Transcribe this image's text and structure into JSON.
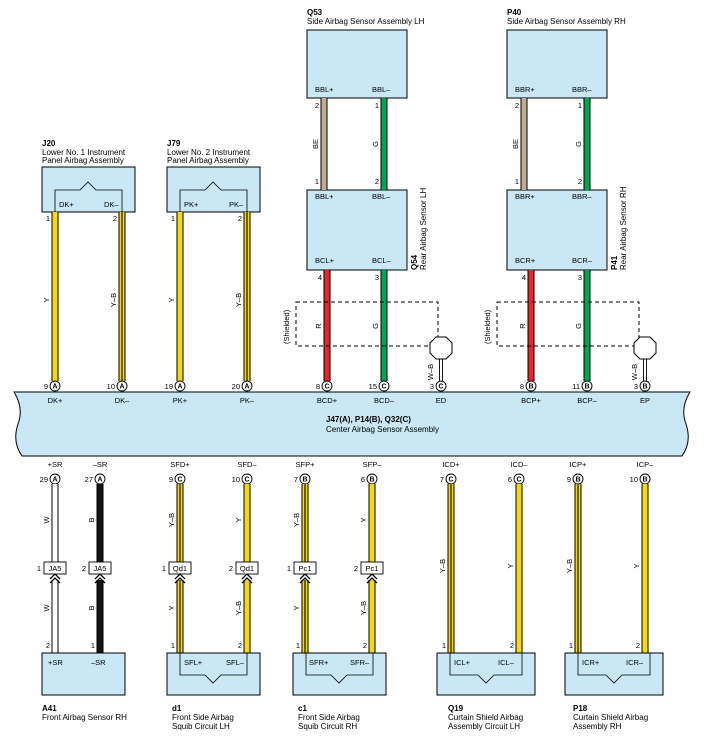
{
  "colors": {
    "component_fill": "#c9e7f4",
    "Y": "#f5d90c",
    "G": "#00a651",
    "R": "#e8262d",
    "BE": "#c1ad95",
    "B": "#141414",
    "W": "#ffffff"
  },
  "ecu": {
    "name_line1": "J47(A), P14(B), Q32(C)",
    "name_line2": "Center Airbag Sensor Assembly"
  },
  "top_components": {
    "j20": {
      "code": "J20",
      "name1": "Lower No. 1 Instrument",
      "name2": "Panel Airbag Assembly",
      "pin_a": "DK+",
      "pin_b": "DK–"
    },
    "j79": {
      "code": "J79",
      "name1": "Lower No. 2 Instrument",
      "name2": "Panel Airbag Assembly",
      "pin_a": "PK+",
      "pin_b": "PK–"
    },
    "q53": {
      "code": "Q53",
      "name1": "Side Airbag Sensor Assembly LH",
      "pin_a": "BBL+",
      "pin_b": "BBL–"
    },
    "p40": {
      "code": "P40",
      "name1": "Side Airbag Sensor Assembly RH",
      "pin_a": "BBR+",
      "pin_b": "BBR–"
    },
    "q54": {
      "code": "Q54",
      "name1": "Rear Airbag Sensor LH",
      "pin_a1": "BBL+",
      "pin_b1": "BBL–",
      "pin_a2": "BCL+",
      "pin_b2": "BCL–"
    },
    "p41": {
      "code": "P41",
      "name1": "Rear Airbag Sensor RH",
      "pin_a1": "BBR+",
      "pin_b1": "BBR–",
      "pin_a2": "BCR+",
      "pin_b2": "BCR–"
    }
  },
  "bottom_components": {
    "a41": {
      "code": "A41",
      "name1": "Front Airbag Sensor RH",
      "pin_a": "+SR",
      "pin_b": "–SR"
    },
    "d1": {
      "code": "d1",
      "name1": "Front Side Airbag",
      "name2": "Squib Circuit LH",
      "pin_a": "SFL+",
      "pin_b": "SFL–"
    },
    "c1": {
      "code": "c1",
      "name1": "Front Side Airbag",
      "name2": "Squib Circuit RH",
      "pin_a": "SFR+",
      "pin_b": "SFR–"
    },
    "q19": {
      "code": "Q19",
      "name1": "Curtain Shield Airbag",
      "name2": "Assembly Circuit LH",
      "pin_a": "ICL+",
      "pin_b": "ICL–"
    },
    "p18": {
      "code": "P18",
      "name1": "Curtain Shield Airbag",
      "name2": "Assembly RH",
      "pin_a": "ICR+",
      "pin_b": "ICR–"
    }
  },
  "top_terminals": [
    {
      "name": "DK+",
      "pin": "9",
      "conn": "A"
    },
    {
      "name": "DK–",
      "pin": "10",
      "conn": "A"
    },
    {
      "name": "PK+",
      "pin": "19",
      "conn": "A"
    },
    {
      "name": "PK–",
      "pin": "20",
      "conn": "A"
    },
    {
      "name": "BCD+",
      "pin": "8",
      "conn": "C"
    },
    {
      "name": "BCD–",
      "pin": "15",
      "conn": "C"
    },
    {
      "name": "ED",
      "pin": "3",
      "conn": "C"
    },
    {
      "name": "BCP+",
      "pin": "8",
      "conn": "B"
    },
    {
      "name": "BCP–",
      "pin": "11",
      "conn": "B"
    },
    {
      "name": "EP",
      "pin": "3",
      "conn": "B"
    }
  ],
  "bottom_terminals": [
    {
      "name": "+SR",
      "pin": "29",
      "conn": "A"
    },
    {
      "name": "–SR",
      "pin": "27",
      "conn": "A"
    },
    {
      "name": "SFD+",
      "pin": "9",
      "conn": "C"
    },
    {
      "name": "SFD–",
      "pin": "10",
      "conn": "C"
    },
    {
      "name": "SFP+",
      "pin": "7",
      "conn": "B"
    },
    {
      "name": "SFP–",
      "pin": "6",
      "conn": "B"
    },
    {
      "name": "ICD+",
      "pin": "7",
      "conn": "C"
    },
    {
      "name": "ICD–",
      "pin": "6",
      "conn": "C"
    },
    {
      "name": "ICP+",
      "pin": "9",
      "conn": "B"
    },
    {
      "name": "ICP–",
      "pin": "10",
      "conn": "B"
    }
  ],
  "wire_labels": {
    "y": "Y",
    "yb": "Y–B",
    "be": "BE",
    "g": "G",
    "r": "R",
    "wb": "W–B",
    "w": "W",
    "b": "B"
  },
  "shielded_label": "(Shielded)",
  "pins": {
    "p1": "1",
    "p2": "2",
    "p3": "3",
    "p4": "4"
  },
  "connectors": {
    "ja5": "JA5",
    "qd1": "Qd1",
    "pc1": "Pc1"
  }
}
